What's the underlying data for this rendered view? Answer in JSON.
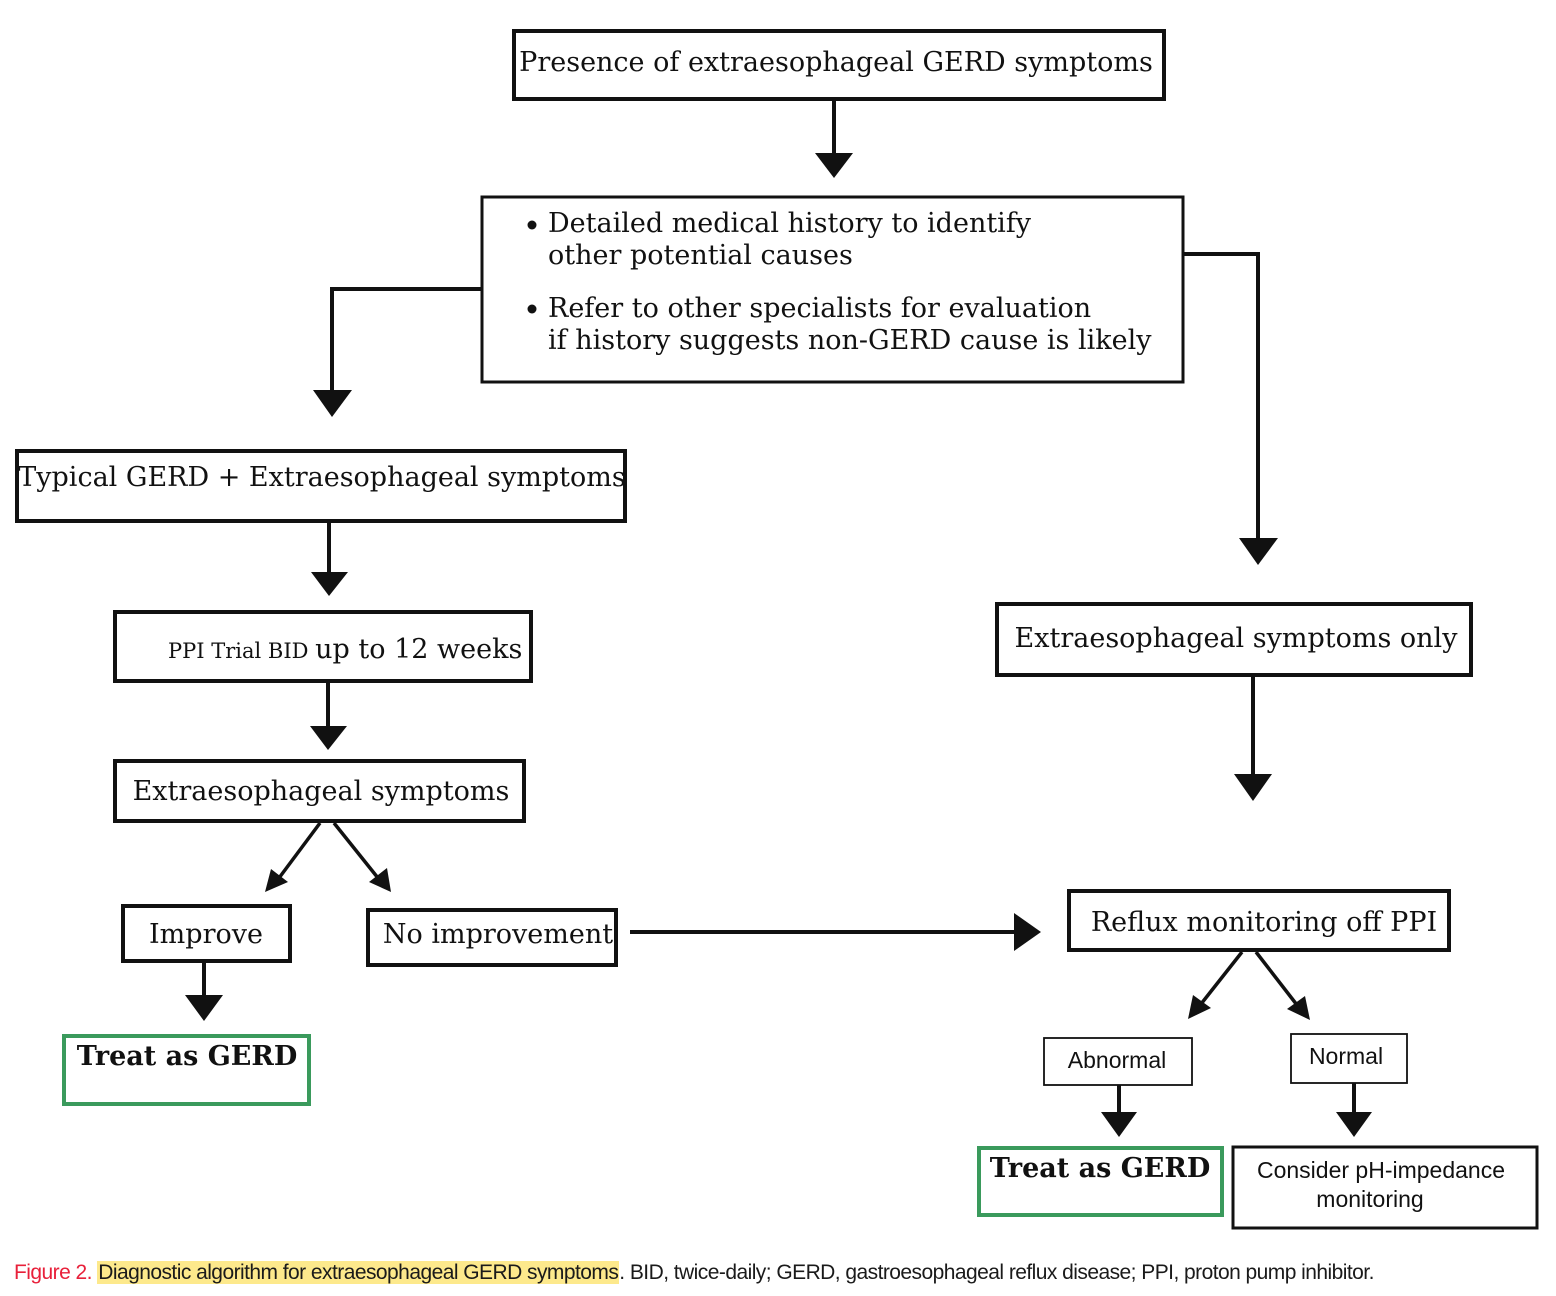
{
  "nodes": {
    "presence": "Presence of extraesophageal GERD symptoms",
    "history_bullet_1_line1": "Detailed medical history to identify",
    "history_bullet_1_line2": "other potential causes",
    "history_bullet_2_line1": "Refer to other specialists for evaluation",
    "history_bullet_2_line2": "if history suggests  non-GERD cause is likely",
    "typical": "Typical GERD + Extraesophageal symptoms",
    "ppi_trial_small": "PPI Trial BID ",
    "ppi_trial_rest": "up to 12 weeks",
    "extra_symptoms": "Extraesophageal symptoms",
    "improve": "Improve",
    "no_improvement": "No improvement",
    "treat_left": "Treat as GERD",
    "extra_only": "Extraesophageal symptoms only",
    "reflux": "Reflux monitoring off PPI",
    "abnormal": "Abnormal",
    "normal": "Normal",
    "treat_right": "Treat as GERD",
    "consider_line1": "Consider pH-impedance",
    "consider_line2": "monitoring"
  },
  "caption": {
    "label": "Figure 2.",
    "title": "Diagnostic algorithm for extraesophageal GERD symptoms",
    "rest": ". BID, twice-daily; GERD, gastroesophageal reflux disease; PPI, proton pump inhibitor."
  },
  "colors": {
    "outcome_border": "#3a9a5c",
    "figure_label": "#e8203a",
    "highlight": "#fde98c"
  }
}
